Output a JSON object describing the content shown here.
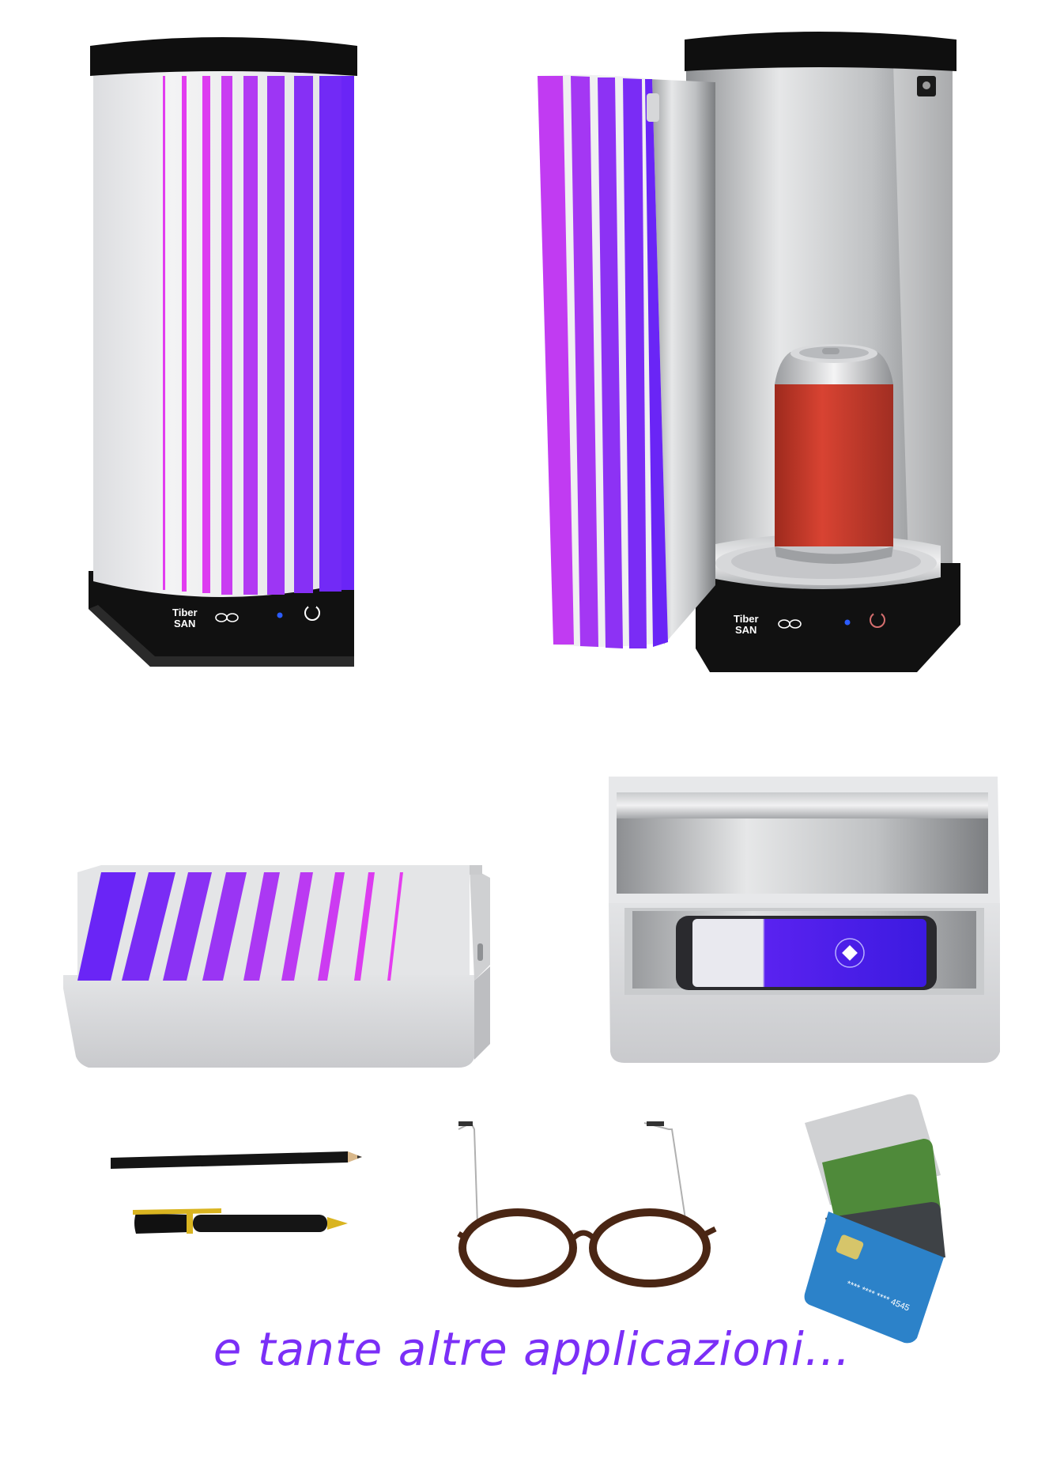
{
  "caption": "e tante altre applicazioni...",
  "brand": {
    "line1": "Tiber",
    "line2": "SAN"
  },
  "card_number": "**** **** **** 4545",
  "colors": {
    "caption": "#7b2ff7",
    "stripe_magenta": "#e23cf0",
    "stripe_violet": "#6a25f6",
    "base_black": "#111111",
    "body_white": "#ececed",
    "can_red": "#c9392a"
  },
  "icons": [
    "power-icon",
    "butterfly-logo-icon",
    "led-indicator-icon"
  ]
}
